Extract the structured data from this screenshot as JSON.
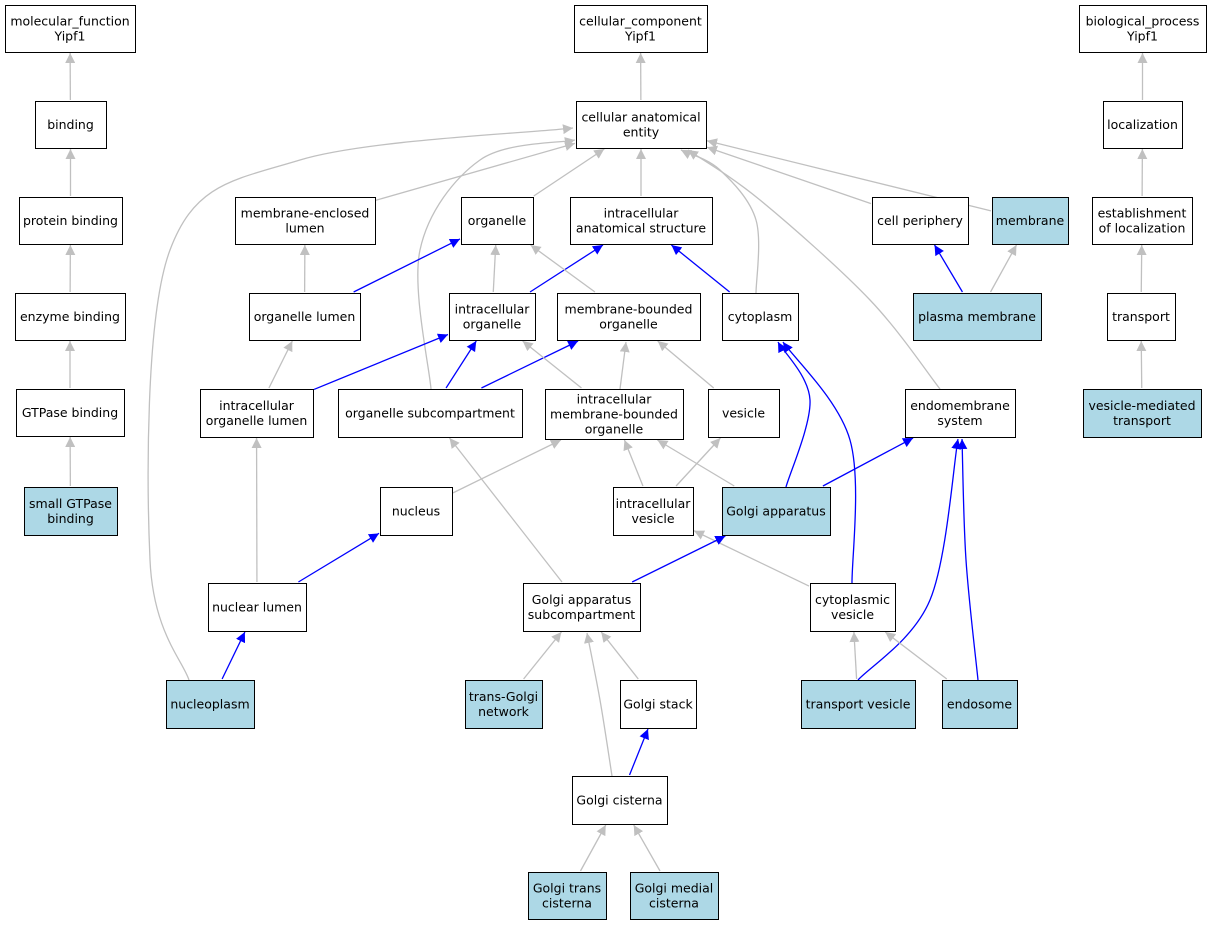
{
  "colors": {
    "annotated_fill": "#add8e6",
    "plain_fill": "#ffffff",
    "is_a_edge": "#c0c0c0",
    "part_of_edge": "#0000ff"
  },
  "nodes": {
    "mf_root": {
      "lines": [
        "molecular_function",
        "Yipf1"
      ],
      "highlight": false
    },
    "cc_root": {
      "lines": [
        "cellular_component",
        "Yipf1"
      ],
      "highlight": false
    },
    "bp_root": {
      "lines": [
        "biological_process",
        "Yipf1"
      ],
      "highlight": false
    },
    "binding": {
      "lines": [
        "binding"
      ],
      "highlight": false
    },
    "protein_binding": {
      "lines": [
        "protein binding"
      ],
      "highlight": false
    },
    "enzyme_binding": {
      "lines": [
        "enzyme binding"
      ],
      "highlight": false
    },
    "gtpase_binding": {
      "lines": [
        "GTPase binding"
      ],
      "highlight": false
    },
    "small_gtpase_binding": {
      "lines": [
        "small GTPase",
        "binding"
      ],
      "highlight": true
    },
    "cellular_anatomical_entity": {
      "lines": [
        "cellular anatomical",
        "entity"
      ],
      "highlight": false
    },
    "membrane_enclosed_lumen": {
      "lines": [
        "membrane-enclosed",
        "lumen"
      ],
      "highlight": false
    },
    "organelle": {
      "lines": [
        "organelle"
      ],
      "highlight": false
    },
    "intracellular_anatomical_structure": {
      "lines": [
        "intracellular",
        "anatomical structure"
      ],
      "highlight": false
    },
    "cell_periphery": {
      "lines": [
        "cell periphery"
      ],
      "highlight": false
    },
    "membrane": {
      "lines": [
        "membrane"
      ],
      "highlight": true
    },
    "organelle_lumen": {
      "lines": [
        "organelle lumen"
      ],
      "highlight": false
    },
    "intracellular_organelle": {
      "lines": [
        "intracellular",
        "organelle"
      ],
      "highlight": false
    },
    "membrane_bounded_organelle": {
      "lines": [
        "membrane-bounded",
        "organelle"
      ],
      "highlight": false
    },
    "cytoplasm": {
      "lines": [
        "cytoplasm"
      ],
      "highlight": false
    },
    "plasma_membrane": {
      "lines": [
        "plasma membrane"
      ],
      "highlight": true
    },
    "intracellular_organelle_lumen": {
      "lines": [
        "intracellular",
        "organelle lumen"
      ],
      "highlight": false
    },
    "organelle_subcompartment": {
      "lines": [
        "organelle subcompartment"
      ],
      "highlight": false
    },
    "intracellular_mb_organelle": {
      "lines": [
        "intracellular",
        "membrane-bounded",
        "organelle"
      ],
      "highlight": false
    },
    "vesicle": {
      "lines": [
        "vesicle"
      ],
      "highlight": false
    },
    "endomembrane_system": {
      "lines": [
        "endomembrane",
        "system"
      ],
      "highlight": false
    },
    "nucleus": {
      "lines": [
        "nucleus"
      ],
      "highlight": false
    },
    "intracellular_vesicle": {
      "lines": [
        "intracellular",
        "vesicle"
      ],
      "highlight": false
    },
    "golgi_apparatus": {
      "lines": [
        "Golgi apparatus"
      ],
      "highlight": true
    },
    "nuclear_lumen": {
      "lines": [
        "nuclear lumen"
      ],
      "highlight": false
    },
    "golgi_apparatus_subcompartment": {
      "lines": [
        "Golgi apparatus",
        "subcompartment"
      ],
      "highlight": false
    },
    "cytoplasmic_vesicle": {
      "lines": [
        "cytoplasmic",
        "vesicle"
      ],
      "highlight": false
    },
    "nucleoplasm": {
      "lines": [
        "nucleoplasm"
      ],
      "highlight": true
    },
    "trans_golgi_network": {
      "lines": [
        "trans-Golgi",
        "network"
      ],
      "highlight": true
    },
    "golgi_stack": {
      "lines": [
        "Golgi stack"
      ],
      "highlight": false
    },
    "transport_vesicle": {
      "lines": [
        "transport vesicle"
      ],
      "highlight": true
    },
    "endosome": {
      "lines": [
        "endosome"
      ],
      "highlight": true
    },
    "golgi_cisterna": {
      "lines": [
        "Golgi cisterna"
      ],
      "highlight": false
    },
    "golgi_trans_cisterna": {
      "lines": [
        "Golgi trans",
        "cisterna"
      ],
      "highlight": true
    },
    "golgi_medial_cisterna": {
      "lines": [
        "Golgi medial",
        "cisterna"
      ],
      "highlight": true
    },
    "localization": {
      "lines": [
        "localization"
      ],
      "highlight": false
    },
    "establishment_of_localization": {
      "lines": [
        "establishment",
        "of localization"
      ],
      "highlight": false
    },
    "transport": {
      "lines": [
        "transport"
      ],
      "highlight": false
    },
    "vesicle_mediated_transport": {
      "lines": [
        "vesicle-mediated",
        "transport"
      ],
      "highlight": true
    }
  },
  "edges": [
    {
      "from": "binding",
      "to": "mf_root",
      "type": "is_a"
    },
    {
      "from": "protein_binding",
      "to": "binding",
      "type": "is_a"
    },
    {
      "from": "enzyme_binding",
      "to": "protein_binding",
      "type": "is_a"
    },
    {
      "from": "gtpase_binding",
      "to": "enzyme_binding",
      "type": "is_a"
    },
    {
      "from": "small_gtpase_binding",
      "to": "gtpase_binding",
      "type": "is_a"
    },
    {
      "from": "cellular_anatomical_entity",
      "to": "cc_root",
      "type": "is_a"
    },
    {
      "from": "membrane_enclosed_lumen",
      "to": "cellular_anatomical_entity",
      "type": "is_a"
    },
    {
      "from": "organelle",
      "to": "cellular_anatomical_entity",
      "type": "is_a"
    },
    {
      "from": "intracellular_anatomical_structure",
      "to": "cellular_anatomical_entity",
      "type": "is_a"
    },
    {
      "from": "cell_periphery",
      "to": "cellular_anatomical_entity",
      "type": "is_a"
    },
    {
      "from": "membrane",
      "to": "cellular_anatomical_entity",
      "type": "is_a"
    },
    {
      "from": "cytoplasm",
      "to": "cellular_anatomical_entity",
      "type": "is_a"
    },
    {
      "from": "organelle_subcompartment",
      "to": "cellular_anatomical_entity",
      "type": "is_a"
    },
    {
      "from": "endomembrane_system",
      "to": "cellular_anatomical_entity",
      "type": "is_a"
    },
    {
      "from": "nucleoplasm",
      "to": "cellular_anatomical_entity",
      "type": "is_a"
    },
    {
      "from": "organelle_lumen",
      "to": "membrane_enclosed_lumen",
      "type": "is_a"
    },
    {
      "from": "organelle_lumen",
      "to": "organelle",
      "type": "part_of"
    },
    {
      "from": "intracellular_organelle",
      "to": "organelle",
      "type": "is_a"
    },
    {
      "from": "intracellular_organelle",
      "to": "intracellular_anatomical_structure",
      "type": "part_of"
    },
    {
      "from": "membrane_bounded_organelle",
      "to": "organelle",
      "type": "is_a"
    },
    {
      "from": "cytoplasm",
      "to": "intracellular_anatomical_structure",
      "type": "part_of"
    },
    {
      "from": "plasma_membrane",
      "to": "cell_periphery",
      "type": "part_of"
    },
    {
      "from": "plasma_membrane",
      "to": "membrane",
      "type": "is_a"
    },
    {
      "from": "intracellular_organelle_lumen",
      "to": "organelle_lumen",
      "type": "is_a"
    },
    {
      "from": "intracellular_organelle_lumen",
      "to": "intracellular_organelle",
      "type": "part_of"
    },
    {
      "from": "organelle_subcompartment",
      "to": "intracellular_organelle",
      "type": "part_of"
    },
    {
      "from": "organelle_subcompartment",
      "to": "membrane_bounded_organelle",
      "type": "part_of"
    },
    {
      "from": "intracellular_mb_organelle",
      "to": "intracellular_organelle",
      "type": "is_a"
    },
    {
      "from": "intracellular_mb_organelle",
      "to": "membrane_bounded_organelle",
      "type": "is_a"
    },
    {
      "from": "vesicle",
      "to": "membrane_bounded_organelle",
      "type": "is_a"
    },
    {
      "from": "nucleus",
      "to": "intracellular_mb_organelle",
      "type": "is_a"
    },
    {
      "from": "intracellular_vesicle",
      "to": "intracellular_mb_organelle",
      "type": "is_a"
    },
    {
      "from": "intracellular_vesicle",
      "to": "vesicle",
      "type": "is_a"
    },
    {
      "from": "golgi_apparatus",
      "to": "intracellular_mb_organelle",
      "type": "is_a"
    },
    {
      "from": "golgi_apparatus",
      "to": "cytoplasm",
      "type": "part_of"
    },
    {
      "from": "golgi_apparatus",
      "to": "endomembrane_system",
      "type": "part_of"
    },
    {
      "from": "cytoplasmic_vesicle",
      "to": "cytoplasm",
      "type": "part_of"
    },
    {
      "from": "cytoplasmic_vesicle",
      "to": "intracellular_vesicle",
      "type": "is_a"
    },
    {
      "from": "nuclear_lumen",
      "to": "intracellular_organelle_lumen",
      "type": "is_a"
    },
    {
      "from": "nuclear_lumen",
      "to": "nucleus",
      "type": "part_of"
    },
    {
      "from": "nucleoplasm",
      "to": "nuclear_lumen",
      "type": "part_of"
    },
    {
      "from": "golgi_apparatus_subcompartment",
      "to": "organelle_subcompartment",
      "type": "is_a"
    },
    {
      "from": "golgi_apparatus_subcompartment",
      "to": "golgi_apparatus",
      "type": "part_of"
    },
    {
      "from": "trans_golgi_network",
      "to": "golgi_apparatus_subcompartment",
      "type": "is_a"
    },
    {
      "from": "golgi_stack",
      "to": "golgi_apparatus_subcompartment",
      "type": "is_a"
    },
    {
      "from": "golgi_cisterna",
      "to": "golgi_apparatus_subcompartment",
      "type": "is_a"
    },
    {
      "from": "golgi_cisterna",
      "to": "golgi_stack",
      "type": "part_of"
    },
    {
      "from": "golgi_trans_cisterna",
      "to": "golgi_cisterna",
      "type": "is_a"
    },
    {
      "from": "golgi_medial_cisterna",
      "to": "golgi_cisterna",
      "type": "is_a"
    },
    {
      "from": "transport_vesicle",
      "to": "cytoplasmic_vesicle",
      "type": "is_a"
    },
    {
      "from": "transport_vesicle",
      "to": "endomembrane_system",
      "type": "part_of"
    },
    {
      "from": "endosome",
      "to": "cytoplasmic_vesicle",
      "type": "is_a"
    },
    {
      "from": "endosome",
      "to": "endomembrane_system",
      "type": "part_of"
    },
    {
      "from": "localization",
      "to": "bp_root",
      "type": "is_a"
    },
    {
      "from": "establishment_of_localization",
      "to": "localization",
      "type": "is_a"
    },
    {
      "from": "transport",
      "to": "establishment_of_localization",
      "type": "is_a"
    },
    {
      "from": "vesicle_mediated_transport",
      "to": "transport",
      "type": "is_a"
    }
  ]
}
